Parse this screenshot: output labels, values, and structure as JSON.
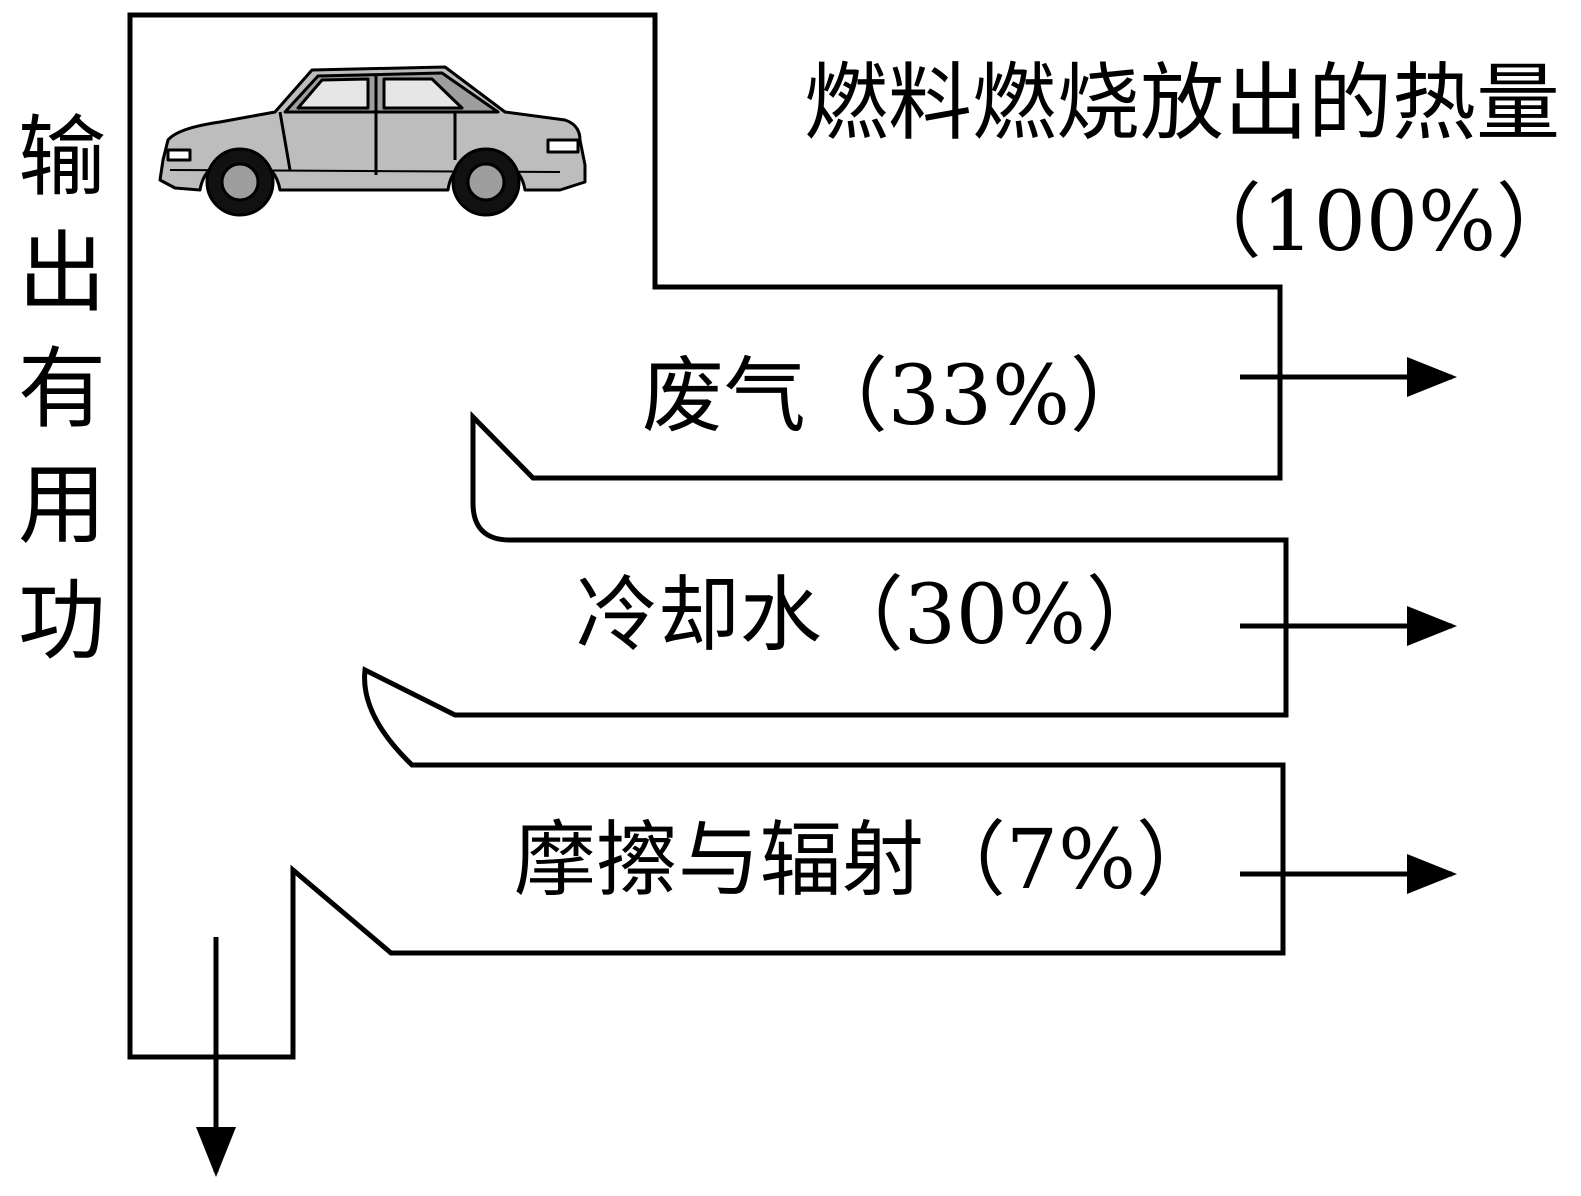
{
  "diagram": {
    "input_label": "燃料燃烧放出的热量",
    "input_percent": "（100%）",
    "output_label": "输出有用功",
    "losses": [
      {
        "label": "废气（33%）"
      },
      {
        "label": "冷却水（30%）"
      },
      {
        "label": "摩擦与辐射（7%）"
      }
    ]
  },
  "colors": {
    "stroke": "#000000",
    "car_body": "#bdbdbd",
    "car_dark": "#5a5a5a"
  }
}
